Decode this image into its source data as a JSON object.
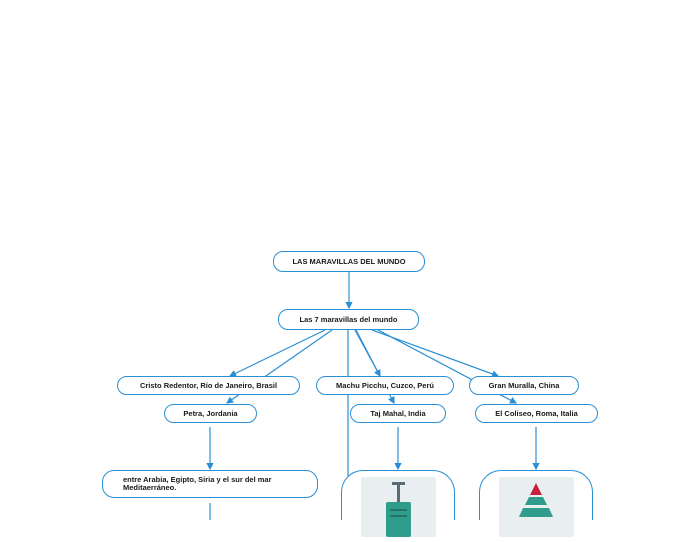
{
  "colors": {
    "line": "#2a8fd6",
    "border": "#2a8fd6",
    "text": "#1a1a1a"
  },
  "nodes": {
    "root": "LAS MARAVILLAS DEL MUNDO",
    "seven": "Las 7 maravillas del mundo",
    "cristo": "Cristo Redentor, Río de Janeiro, Brasil",
    "petra": "Petra, Jordania",
    "machu": "Machu Picchu, Cuzco, Perú",
    "taj": "Taj Mahal, India",
    "muralla": "Gran Muralla, China",
    "coliseo": "El Coliseo, Roma, Italia",
    "arabia": "entre Arabia, Egipto, Siria y el sur del mar Meditaerráneo."
  },
  "icons": {
    "taj_card": "suitcase-icon",
    "coliseo_card": "pyramid-icon"
  }
}
